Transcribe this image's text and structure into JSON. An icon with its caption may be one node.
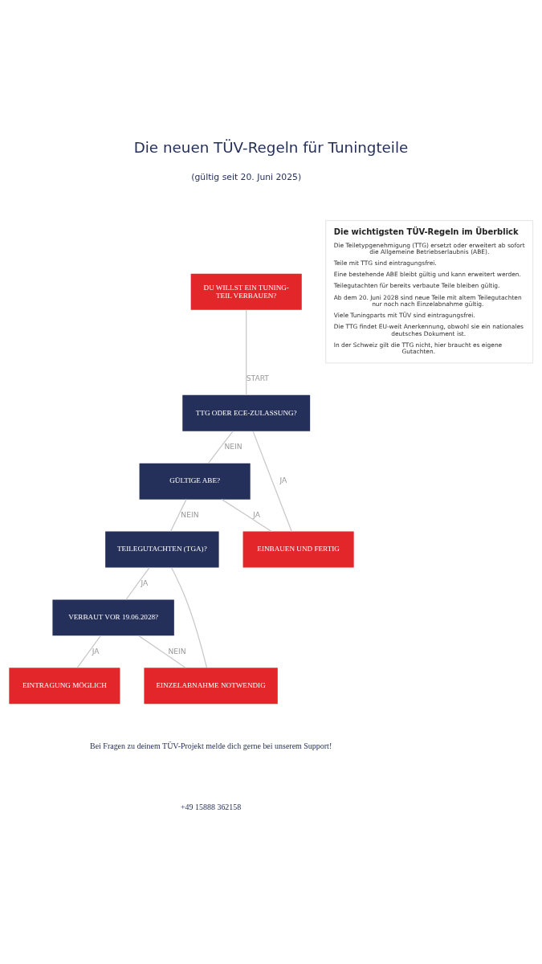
{
  "diagram": {
    "title": "Die neuen TÜV-Regeln für Tuningteile",
    "nodes": [
      {
        "text": [
          "DU WILLST EIN TUNING-TEIL VERBAUEN?"
        ]
      },
      {
        "text": [
          "TTG ODER ECE-ZULASSUNG?"
        ]
      },
      {
        "text": [
          "GÜLTIGE ABE?"
        ]
      },
      {
        "text": [
          "EINBAUEN UND FERTIG"
        ]
      },
      {
        "text": [
          "TEILEGUTACHTEN (TGA)?"
        ]
      },
      {
        "text": [
          "VERBAUT VOR 19.06.2028?"
        ]
      },
      {
        "text": [
          "EINTRAGUNG MÖGLICH"
        ]
      },
      {
        "text": [
          "EINZELABNAHME NOTWENDIG"
        ]
      },
      {
        "text": [
          "Die wichtigsten TÜV-Regeln im Überblick",
          "Die Teiletypgenehmigung (TTG) ersetzt oder erweitert ab sofort die Allgemeine Betriebserlaubnis (ABE).",
          "Teile mit TTG sind eintragungsfrei.",
          "Eine bestehende ABE bleibt gültig und kann erweitert werden.",
          "Teilegutachten für bereits verbaute Teile bleiben gültig.",
          "Ab dem 20. Juni 2028 sind neue Teile mit altem Teilegutachten nur noch nach Einzelabnahme gültig.",
          "Viele Tuningparts mit TÜV sind eintragungsfrei.",
          "Die TTG findet EU-weit Anerkennung, obwohl sie ein nationales deutsches Dokument ist.",
          "In der Schweiz gilt die TTG nicht, hier braucht es eigene Gutachten."
        ]
      }
    ],
    "edges": [
      {
        "from": 0,
        "to": 1,
        "arrow": "none",
        "label": "START"
      },
      {
        "from": 1,
        "to": 3,
        "arrow": "none",
        "label": "JA"
      },
      {
        "from": 1,
        "to": 2,
        "arrow": "none",
        "label": "NEIN"
      },
      {
        "from": 2,
        "to": 3,
        "arrow": "none",
        "label": "JA"
      },
      {
        "from": 2,
        "to": 4,
        "arrow": "none",
        "label": "NEIN"
      },
      {
        "from": 4,
        "to": 5,
        "arrow": "none",
        "label": "JA"
      },
      {
        "from": 5,
        "to": 6,
        "arrow": "none",
        "label": "JA"
      },
      {
        "from": 4,
        "to": 7,
        "arrow": "none"
      },
      {
        "from": 5,
        "to": 7,
        "arrow": "none",
        "label": "NEIN"
      }
    ],
    "labels": [
      "(gültig seit 20. Juni 2025)",
      "Bei Fragen zu deinem TÜV-Projekt melde dich gerne bei unserem Support!",
      "+49 15888 362158"
    ]
  }
}
